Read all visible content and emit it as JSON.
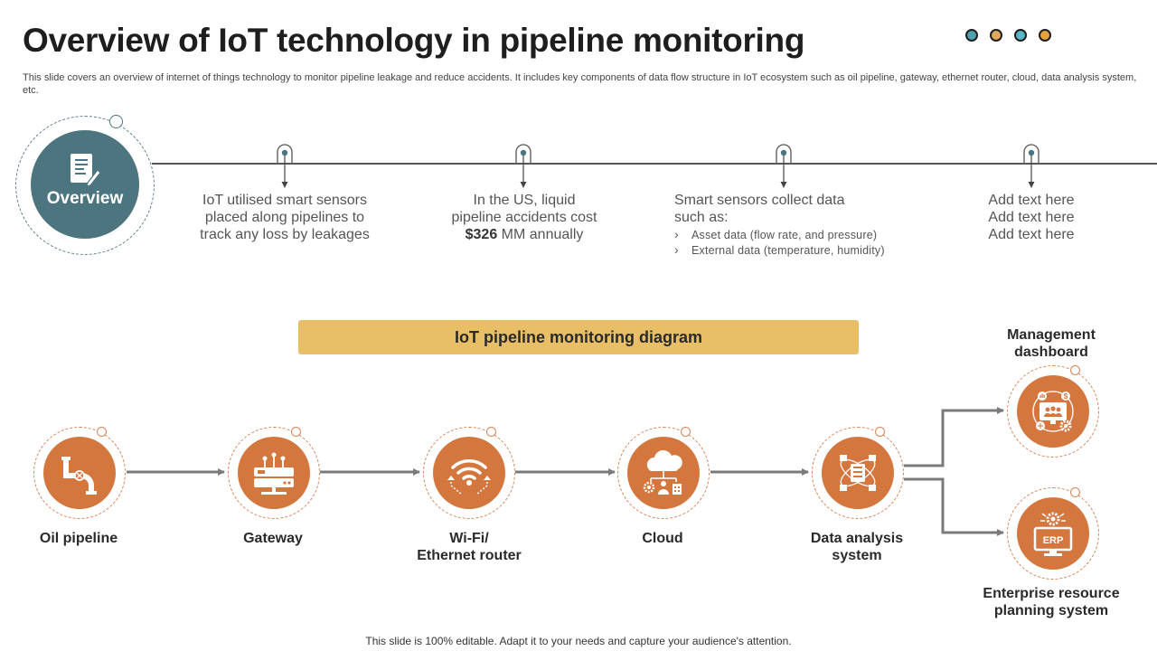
{
  "header": {
    "title": "Overview of IoT technology in pipeline monitoring",
    "subtitle": "This slide covers an overview of internet of things technology to monitor pipeline leakage and reduce accidents. It includes key components of data flow structure in IoT ecosystem such as oil pipeline, gateway, ethernet router, cloud, data analysis system, etc.",
    "dot_colors": [
      "#4d9fb0",
      "#e0a95a",
      "#5ab6c6",
      "#e5a13c"
    ]
  },
  "overview": {
    "label": "Overview",
    "icon": "document-pen-icon"
  },
  "timeline": {
    "item1": {
      "text": "IoT utilised smart sensors placed along pipelines to track any loss by leakages"
    },
    "item2": {
      "line1": "In the US, liquid",
      "line2": "pipeline accidents cost",
      "amount": "$326",
      "rest": " MM annually"
    },
    "item3": {
      "title": "Smart sensors collect data such as:",
      "bullets": [
        "Asset data (flow rate, and pressure)",
        "External data (temperature,  humidity)"
      ]
    },
    "item4": {
      "lines": [
        "Add text here",
        "Add text here",
        "Add text here"
      ]
    }
  },
  "diagram": {
    "banner": "IoT pipeline monitoring diagram",
    "nodes": [
      {
        "label": "Oil pipeline",
        "icon": "oil-pipeline-icon"
      },
      {
        "label": "Gateway",
        "icon": "gateway-icon"
      },
      {
        "label_line1": "Wi-Fi/",
        "label_line2": "Ethernet router",
        "icon": "wifi-router-icon"
      },
      {
        "label": "Cloud",
        "icon": "cloud-icon"
      },
      {
        "label_line1": "Data analysis",
        "label_line2": "system",
        "icon": "data-analysis-icon"
      },
      {
        "label_line1": "Management",
        "label_line2": "dashboard",
        "icon": "dashboard-icon"
      },
      {
        "label_line1": "Enterprise resource",
        "label_line2": "planning system",
        "icon": "erp-icon",
        "badge": "ERP"
      }
    ]
  },
  "colors": {
    "accent_orange": "#d4773f",
    "accent_teal": "#4d7580",
    "banner": "#e8bf67"
  },
  "footer": {
    "text": "This slide is 100% editable. Adapt it to your needs and capture your audience's attention."
  }
}
